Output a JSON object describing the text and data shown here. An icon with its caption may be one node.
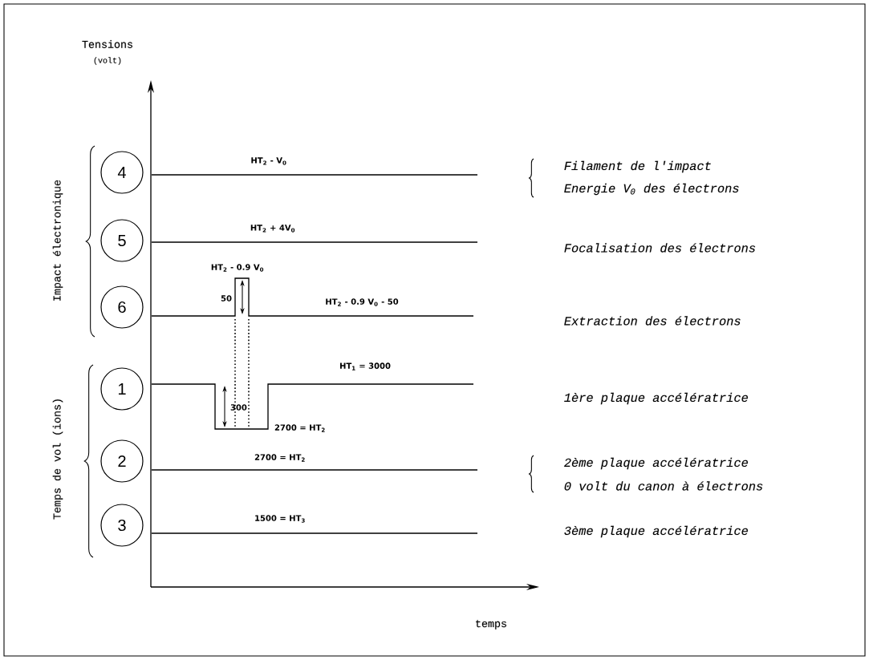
{
  "diagram": {
    "nodes": [
      {
        "text": [
          "4"
        ]
      },
      {
        "text": [
          "5"
        ]
      },
      {
        "text": [
          "6"
        ]
      },
      {
        "text": [
          "1"
        ]
      },
      {
        "text": [
          "2"
        ]
      },
      {
        "text": [
          "3"
        ]
      }
    ],
    "labels": [
      "Tensions",
      "(volt)",
      "Impact électronique",
      "Temps de vol (ions)",
      "HT$_{2}$ - V$_{0}$",
      "Filament de l'impact",
      "Energie V$_{0}$ des électrons",
      "HT$_{2}$ + 4V$_{0}$",
      "Focalisation des électrons",
      "HT$_{2}$ - 0.9 V$_{0}$",
      "50",
      "HT$_{2}$ - 0.9 V$_{0}$ - 50",
      "Extraction des électrons",
      "HT$_{1}$ = 3000",
      "300",
      "1ère plaque accélératrice",
      "2700 = HT$_{2}$",
      "2700 = HT$_{2}$",
      "2ème plaque accélératrice",
      "0 volt du canon à électrons",
      "1500 = HT$_{3}$",
      "3ème plaque accélératrice",
      "temps"
    ]
  }
}
